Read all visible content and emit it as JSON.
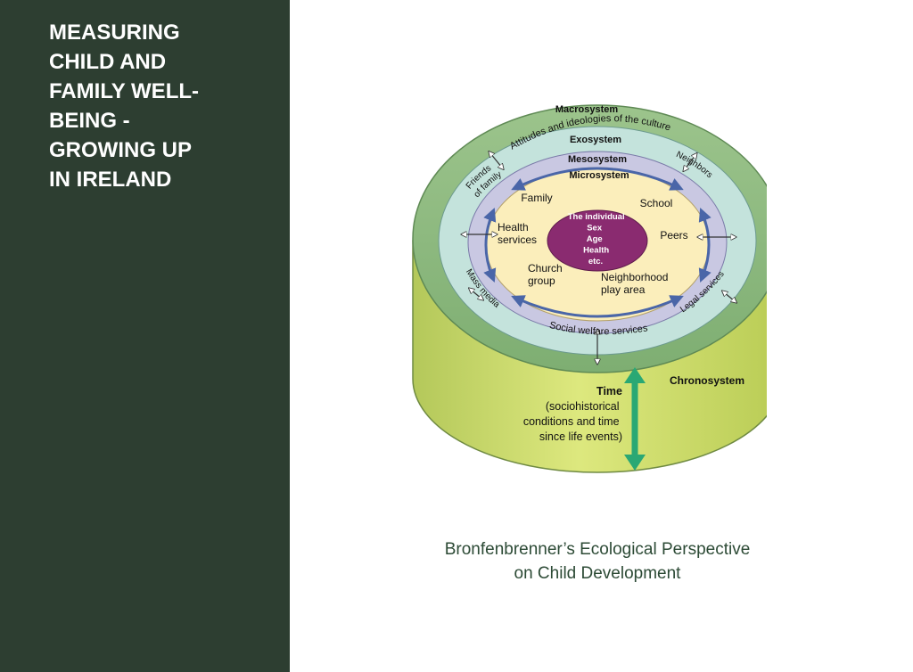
{
  "slide": {
    "title": "MEASURING\nCHILD AND\nFAMILY WELL-\nBEING -\nGROWING UP\nIN IRELAND",
    "caption_line1": "Bronfenbrenner’s Ecological Perspective",
    "caption_line2": "on Child Development"
  },
  "diagram": {
    "macrosystem": "Macrosystem",
    "macro_arc": "Attitudes and ideologies of the culture",
    "exosystem": "Exosystem",
    "friends": [
      "Friends",
      "of family"
    ],
    "neighbors": "Neighbors",
    "mass_media": "Mass media",
    "legal_services": "Legal services",
    "social_welfare": "Social welfare services",
    "mesosystem": "Mesosystem",
    "microsystem": "Microsystem",
    "family": "Family",
    "school": "School",
    "health": [
      "Health",
      "services"
    ],
    "peers": "Peers",
    "church": [
      "Church",
      "group"
    ],
    "neighborhood": [
      "Neighborhood",
      "play area"
    ],
    "individual": [
      "The individual",
      "Sex",
      "Age",
      "Health",
      "etc."
    ],
    "chronosystem": "Chronosystem",
    "time": "Time",
    "time_desc": [
      "(sociohistorical",
      "conditions and time",
      "since life events)"
    ]
  },
  "colors": {
    "sidebar": "#2d3e31",
    "macro_ring": "#8db87f",
    "exo_ring": "#c4e3dc",
    "meso_ring": "#c9c8e2",
    "micro_core": "#fbeebb",
    "individual": "#8a2b70",
    "cylinder_side": "#cbdc66",
    "time_arrow": "#2aa874"
  }
}
